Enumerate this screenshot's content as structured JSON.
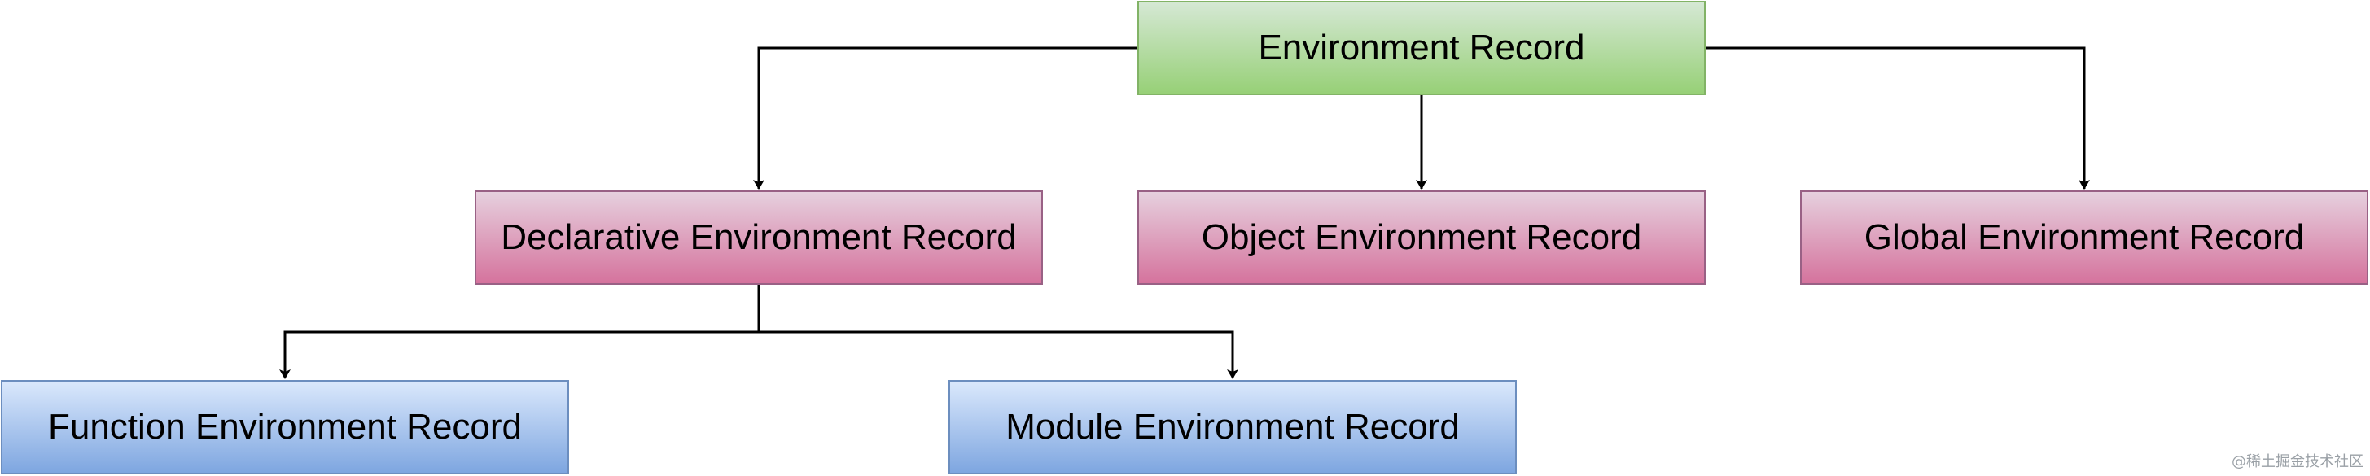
{
  "nodes": {
    "root": "Environment Record",
    "declarative": "Declarative Environment Record",
    "object": "Object Environment Record",
    "global": "Global Environment Record",
    "function": "Function Environment Record",
    "module": "Module Environment Record"
  },
  "watermark": "@稀土掘金技术社区",
  "colors": {
    "root_fill": "#97d077",
    "root_border": "#82b366",
    "middle_fill": "#d5739d",
    "middle_border": "#996185",
    "leaf_fill": "#7ea6e0",
    "leaf_border": "#6c8ebf",
    "connector": "#000000"
  }
}
